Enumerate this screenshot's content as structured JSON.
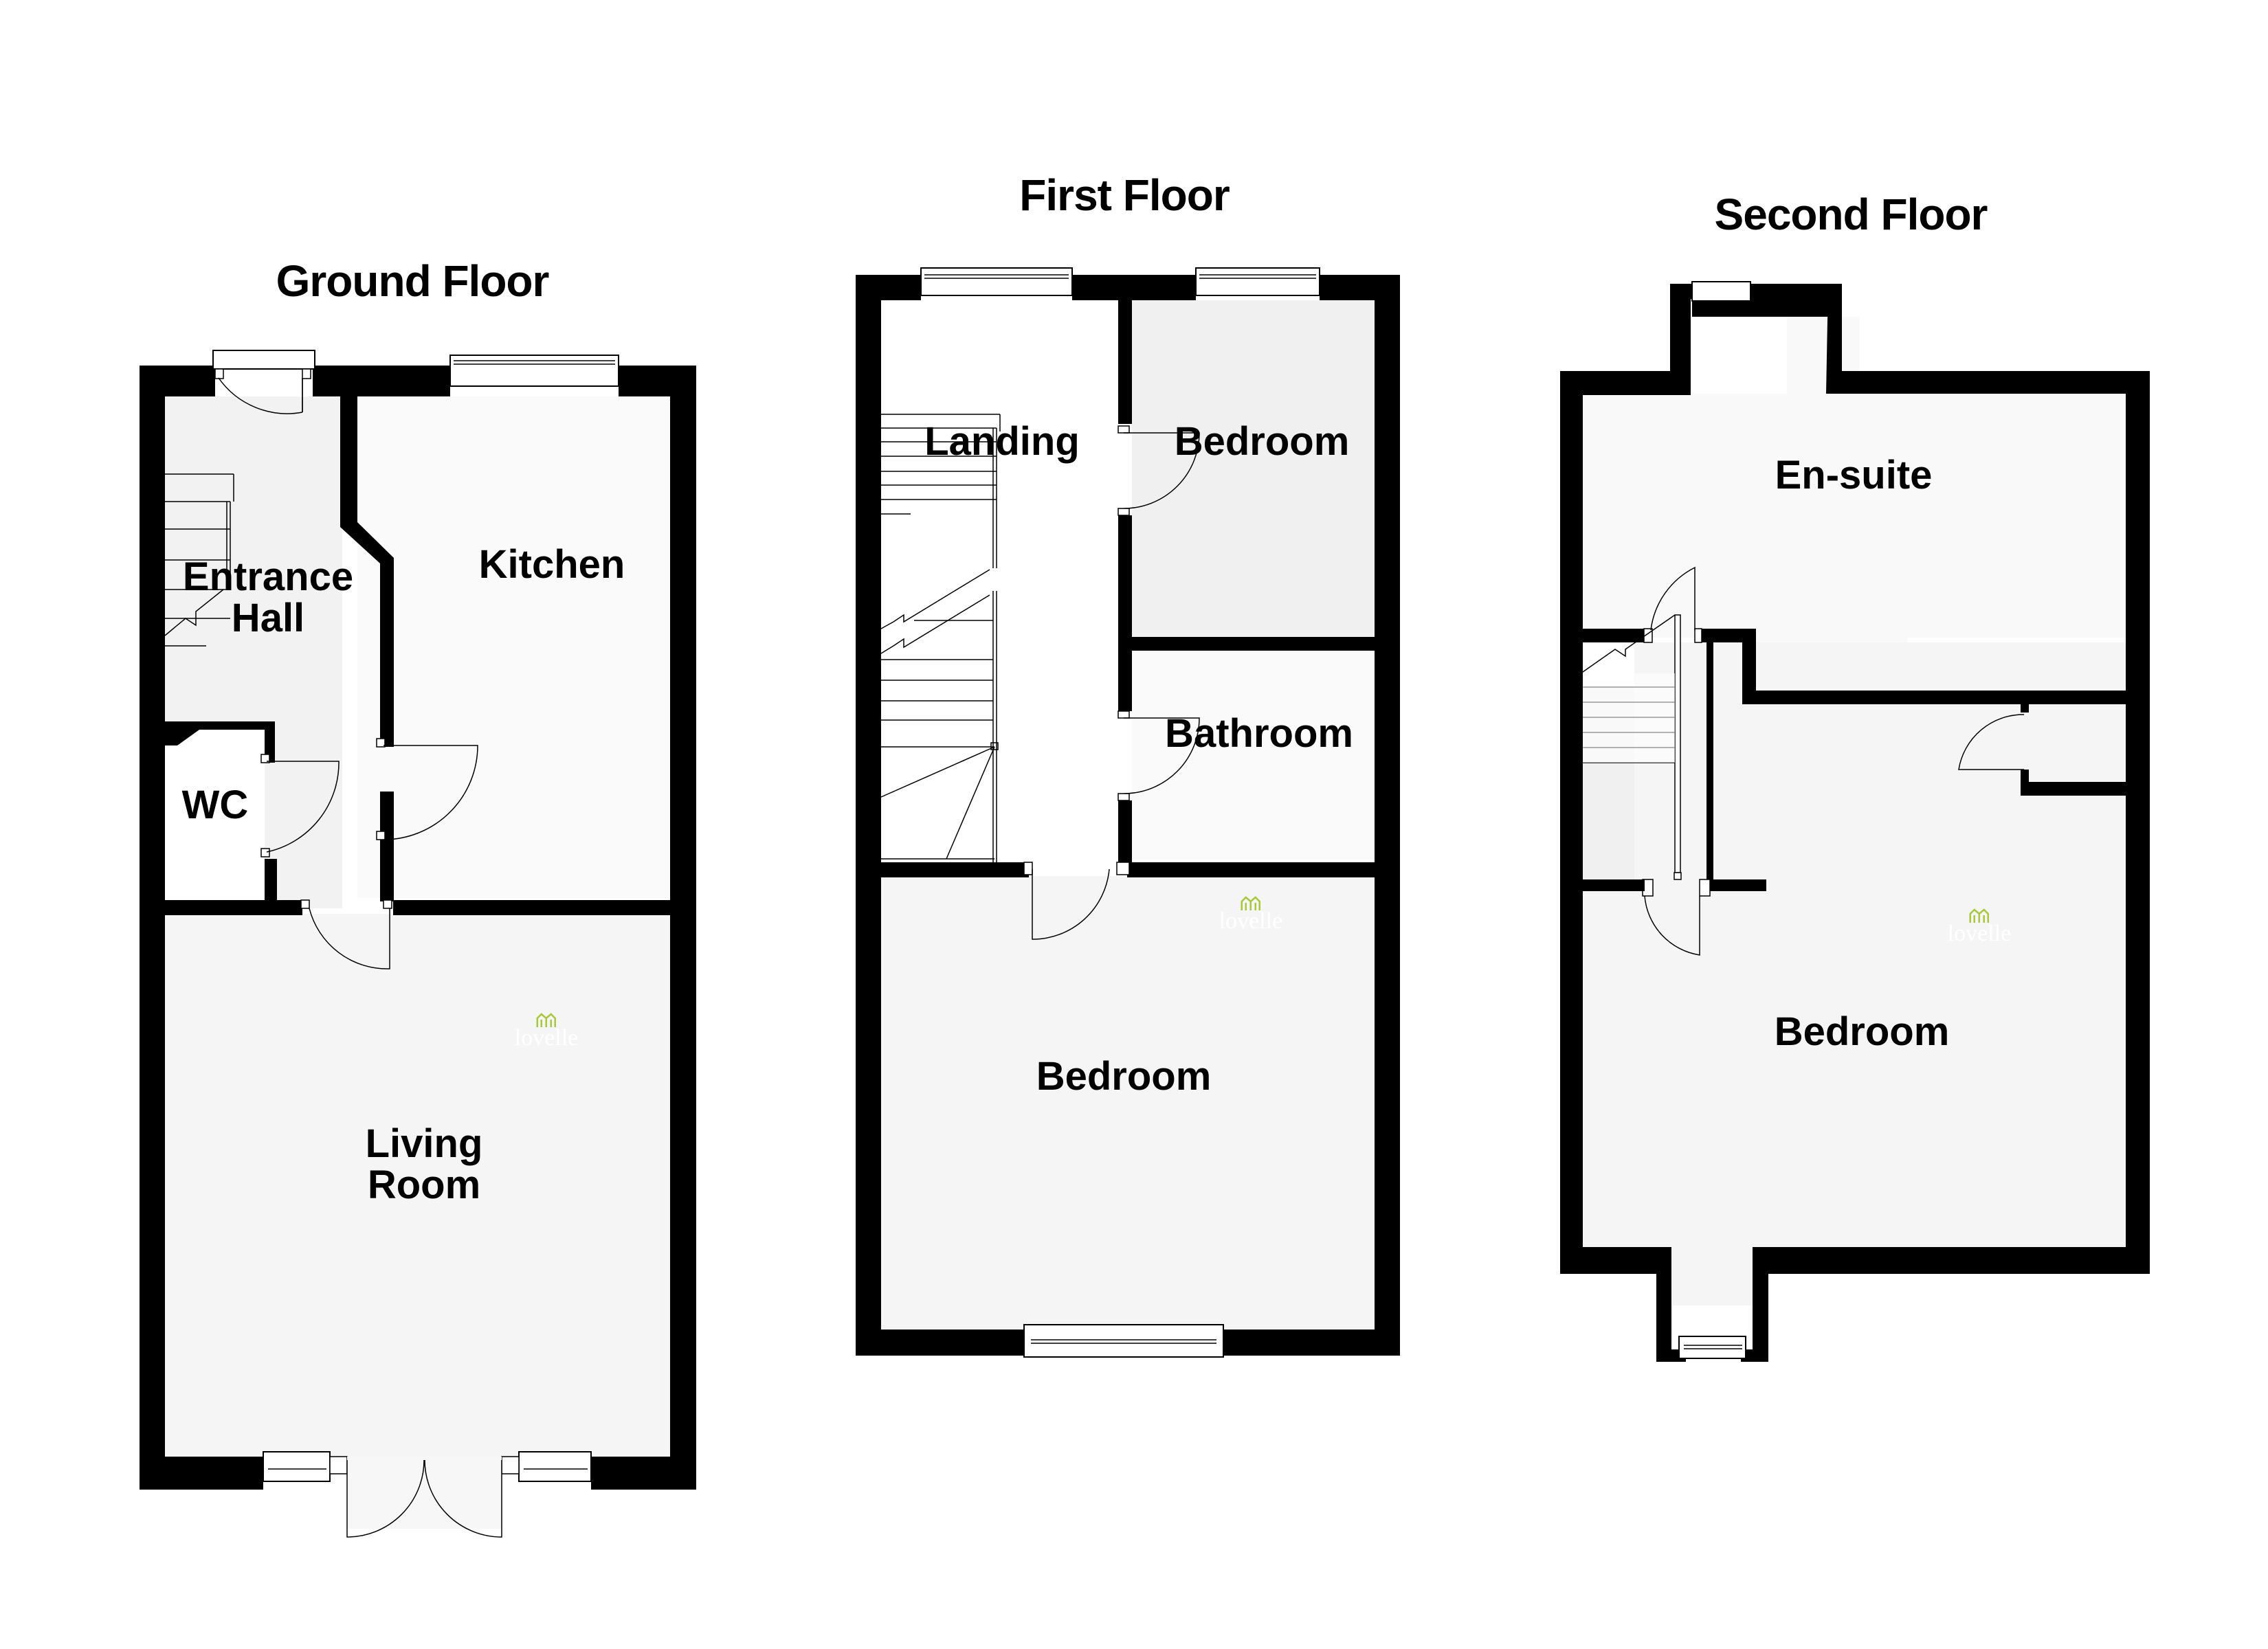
{
  "floors": [
    {
      "title": "Ground Floor",
      "rooms": [
        {
          "name": "Entrance\nHall",
          "line1": "Entrance",
          "line2": "Hall"
        },
        {
          "name": "Kitchen"
        },
        {
          "name": "WC"
        },
        {
          "name": "Living\nRoom",
          "line1": "Living",
          "line2": "Room"
        }
      ]
    },
    {
      "title": "First Floor",
      "rooms": [
        {
          "name": "Landing"
        },
        {
          "name": "Bedroom"
        },
        {
          "name": "Bathroom"
        },
        {
          "name": "Bedroom"
        }
      ]
    },
    {
      "title": "Second Floor",
      "rooms": [
        {
          "name": "En-suite"
        },
        {
          "name": "Bedroom"
        }
      ]
    }
  ],
  "watermark": {
    "text": "lovelle",
    "icon": "house-logo-icon",
    "color": "#a8c83a"
  },
  "colors": {
    "wall": "#000000",
    "floor_fill": "#f5f5f5",
    "floor_fill_alt": "#f0f0f0",
    "landing_fill": "#ffffff"
  }
}
